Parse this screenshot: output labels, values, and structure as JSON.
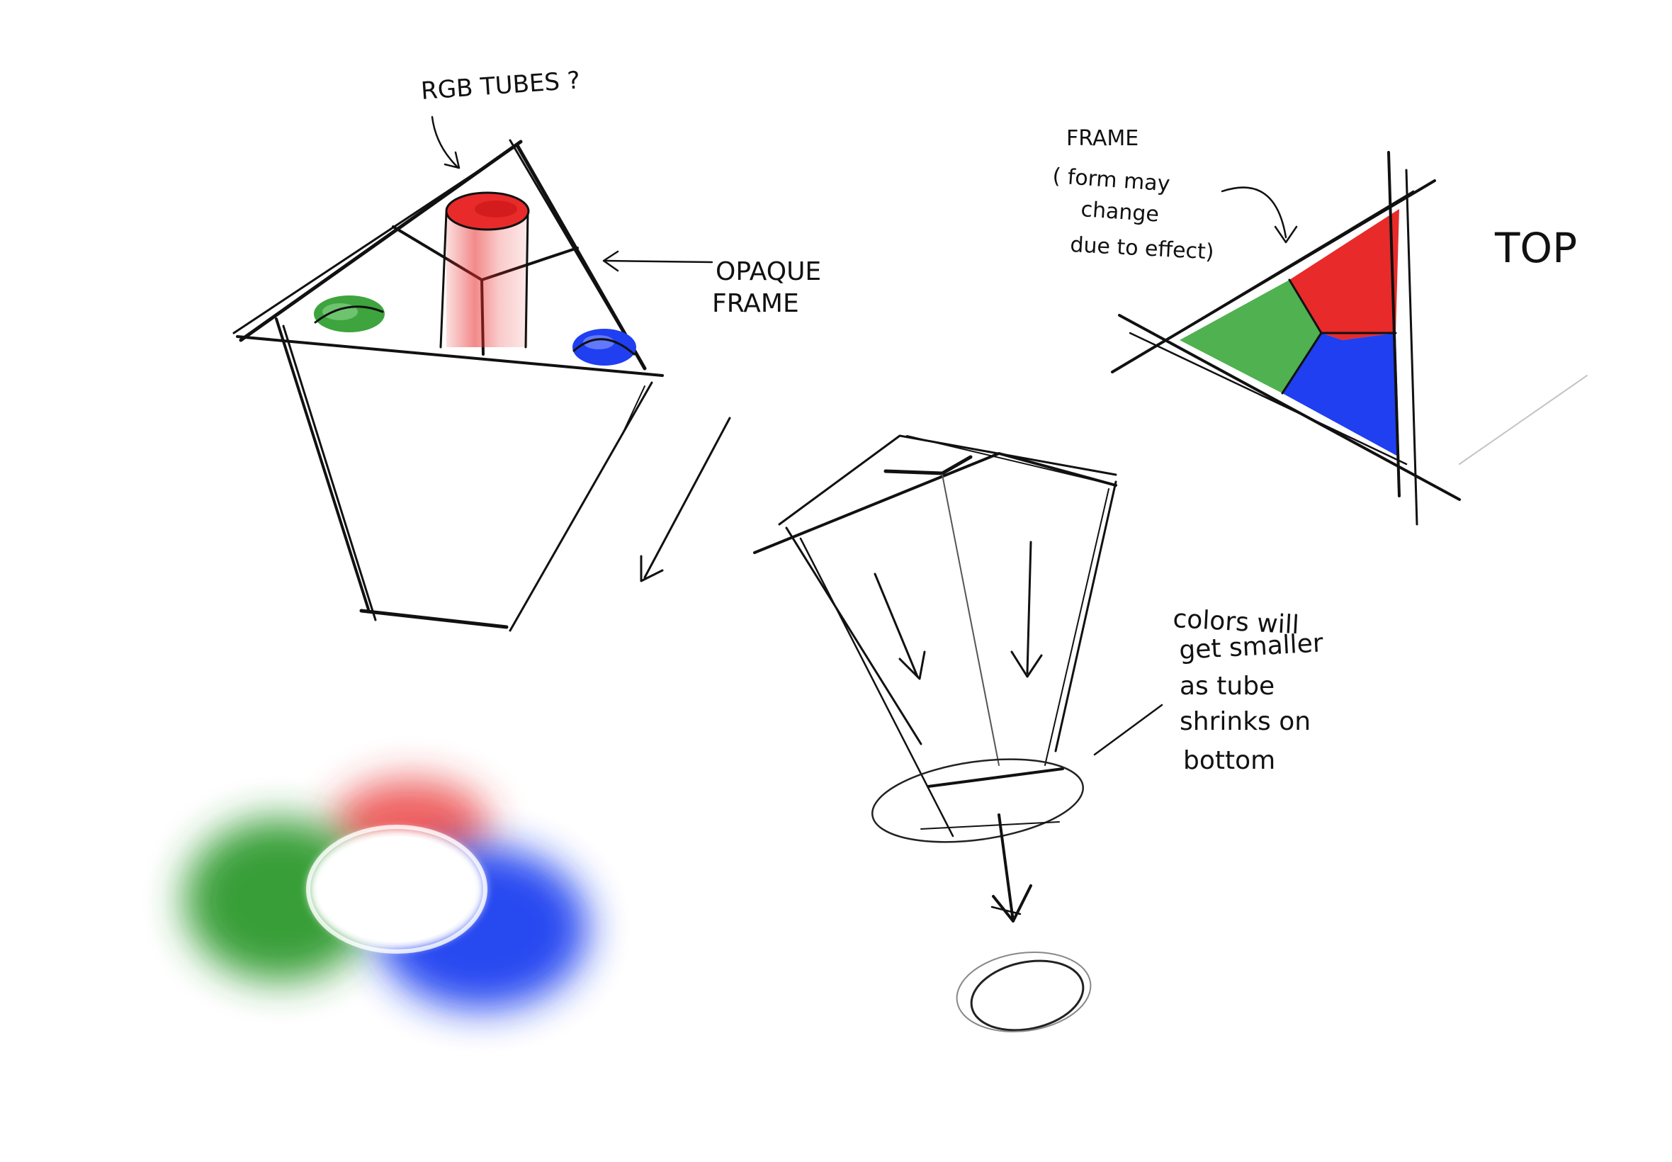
{
  "annotations": {
    "rgb_tubes": "RGB TUBES ?",
    "opaque_frame_line1": "OPAQUE",
    "opaque_frame_line2": "FRAME",
    "frame_title": "FRAME",
    "frame_note_line1": "( form may",
    "frame_note_line2": "change",
    "frame_note_line3": "due to effect)",
    "top_label": "TOP",
    "colors_note_line1": "colors will",
    "colors_note_line2": "get smaller",
    "colors_note_line3": "as tube",
    "colors_note_line4": "shrinks on",
    "colors_note_line5": "bottom"
  },
  "colors": {
    "red": "#e82a2a",
    "green": "#4fb14f",
    "blue": "#1f3ff0",
    "ink": "#111111"
  }
}
